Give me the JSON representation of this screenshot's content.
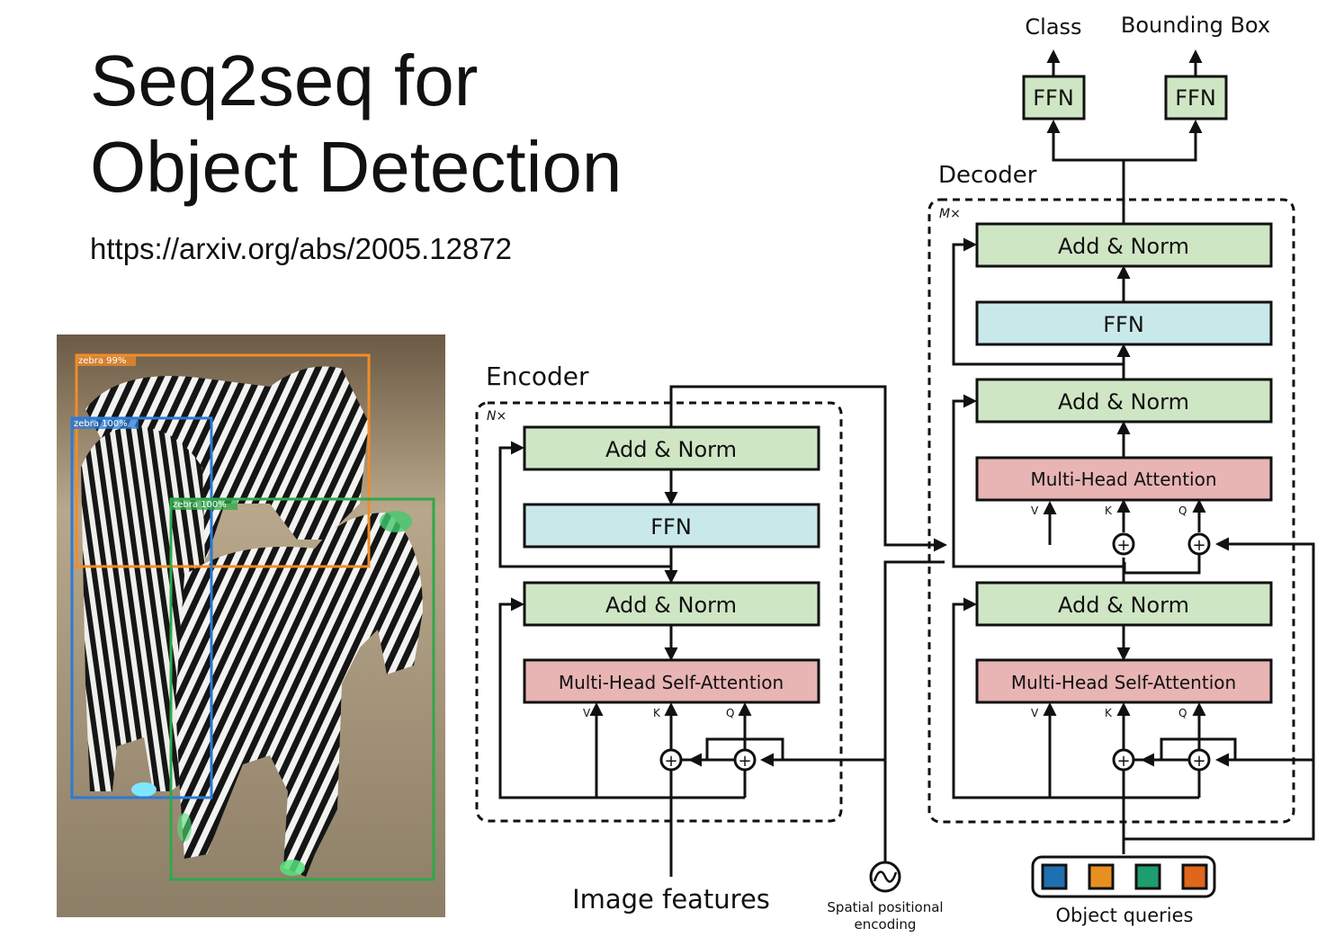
{
  "slide": {
    "title_line1": "Seq2seq for",
    "title_line2": "Object Detection",
    "link": "https://arxiv.org/abs/2005.12872"
  },
  "photo": {
    "detections": [
      {
        "label": "zebra 99%",
        "color": "#f28c28"
      },
      {
        "label": "zebra 100%",
        "color": "#2b7bd6"
      },
      {
        "label": "zebra 100%",
        "color": "#2fa84a"
      }
    ]
  },
  "diagram": {
    "encoder": {
      "title": "Encoder",
      "repeat": "N×",
      "blocks": [
        "Add & Norm",
        "FFN",
        "Add & Norm",
        "Multi-Head Self-Attention"
      ],
      "attn_inputs": [
        "V",
        "K",
        "Q"
      ],
      "input_label": "Image features"
    },
    "decoder": {
      "title": "Decoder",
      "repeat": "M×",
      "blocks": [
        "Add & Norm",
        "FFN",
        "Add & Norm",
        "Multi-Head Attention",
        "Add & Norm",
        "Multi-Head Self-Attention"
      ],
      "cross_attn_inputs": [
        "V",
        "K",
        "Q"
      ],
      "self_attn_inputs": [
        "V",
        "K",
        "Q"
      ],
      "input_label": "Object queries"
    },
    "heads": [
      {
        "label": "FFN",
        "output": "Class"
      },
      {
        "label": "FFN",
        "output": "Bounding Box"
      }
    ],
    "positional_encoding": {
      "line1": "Spatial  positional",
      "line2": "encoding"
    },
    "plus_symbol": "+",
    "colors": {
      "add_norm": "#cfe6c4",
      "ffn": "#c9e8ea",
      "attention": "#e8b4b4",
      "query_colors": [
        "#1f6fb3",
        "#e8901f",
        "#1e9d6e",
        "#e0661c"
      ]
    }
  }
}
